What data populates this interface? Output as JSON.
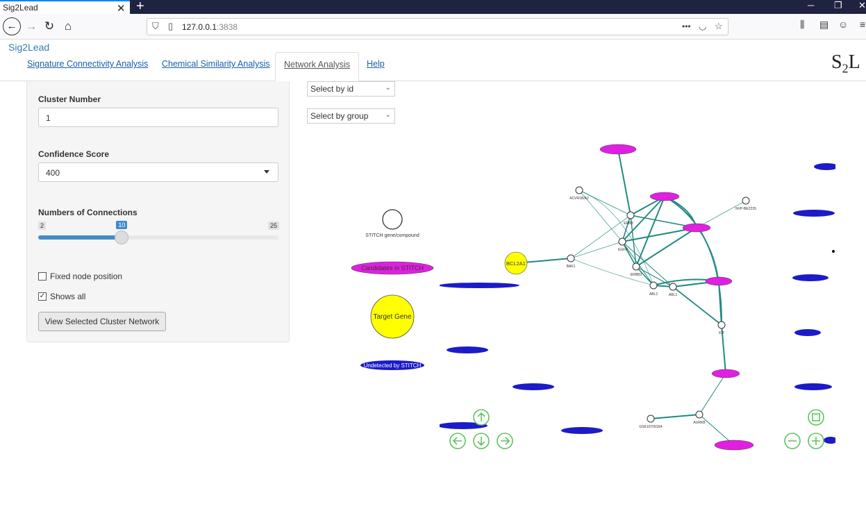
{
  "browser": {
    "tab_title": "Sig2Lead",
    "tab_close": "✕",
    "new_tab": "+",
    "url_host": "127.0.0.1",
    "url_port": ":3838",
    "page_actions": "•••"
  },
  "app": {
    "title": "Sig2Lead",
    "logo_main": "S",
    "logo_sub": "2",
    "logo_tail": "L",
    "tabs": [
      {
        "label": "Signature Connectivity Analysis"
      },
      {
        "label": "Chemical Similarity Analysis"
      },
      {
        "label": "Network Analysis"
      },
      {
        "label": "Help"
      }
    ]
  },
  "panel": {
    "cluster_label": "Cluster Number",
    "cluster_value": "1",
    "confidence_label": "Confidence Score",
    "confidence_value": "400",
    "connections_label": "Numbers of Connections",
    "slider_min": "2",
    "slider_max": "25",
    "slider_value": "10",
    "slider_fraction": 0.348,
    "fixed_label": "Fixed node position",
    "fixed_checked": false,
    "shows_all_label": "Shows all",
    "shows_all_checked": true,
    "check_mark": "✓",
    "view_button": "View Selected Cluster Network"
  },
  "network": {
    "select_id": "Select by id",
    "select_group": "Select by group",
    "legend": {
      "stitch": "STITCH gene/compound",
      "candidates": "Candidates in STITCH",
      "target": "Target Gene",
      "undetected": "Undetected by STITCH"
    },
    "colors": {
      "magenta": "#e020e0",
      "yellow": "#ffff00",
      "blue": "#1b1bc8",
      "edge": "#1e8a80",
      "nav": "#5cc45c"
    },
    "node_labels": {
      "bcl2a1": "BCL2A1",
      "bak1": "BAK1",
      "erbb": "ERBB",
      "egfr": "EGFR",
      "erbb3": "ERBB3",
      "abl2": "ABL2",
      "abl1": "ABL1",
      "acvr": "ACVR1B/A2",
      "nvp": "NVP-BEZ235",
      "kit": "KIT",
      "aurkb": "AURKB",
      "gsk": "GSK1070916A"
    }
  }
}
